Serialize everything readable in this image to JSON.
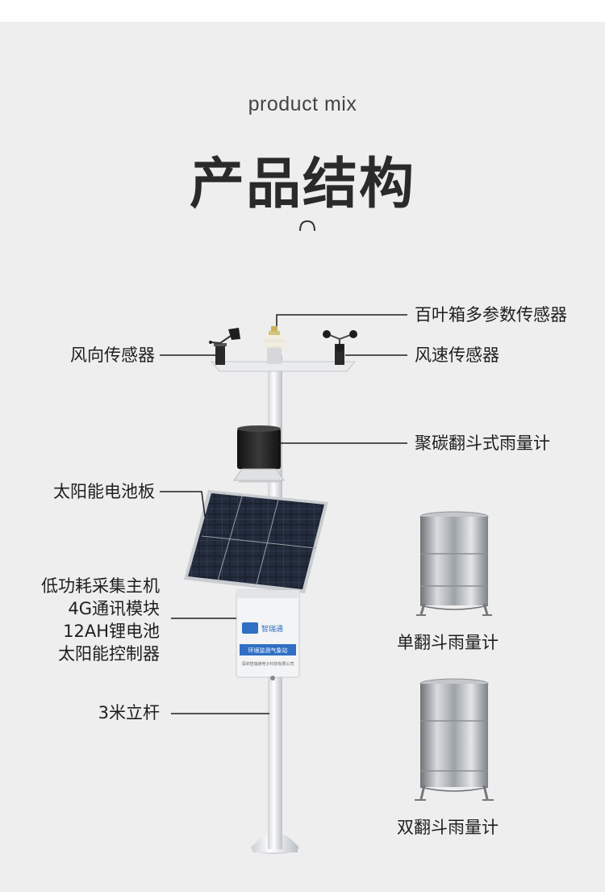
{
  "header": {
    "subtitle": "product mix",
    "title": "产品结构"
  },
  "icons": {
    "divider": "arch-icon"
  },
  "colors": {
    "background": "#eeeeef",
    "text": "#1e1e1e",
    "title": "#2a2a2a"
  },
  "labels": {
    "louver_box": "百叶箱多参数传感器",
    "wind_direction": "风向传感器",
    "wind_speed": "风速传感器",
    "rain_gauge_carbon": "聚碳翻斗式雨量计",
    "solar_panel": "太阳能电池板",
    "host_lines": [
      "低功耗采集主机",
      "4G通讯模块",
      "12AH锂电池",
      "太阳能控制器"
    ],
    "pole": "3米立杆",
    "single_bucket": "单翻斗雨量计",
    "double_bucket": "双翻斗雨量计"
  },
  "device": {
    "brand": "智瑞通",
    "box_title": "环境监测气象站",
    "company": "深圳智瑞通电子科技有限公司"
  }
}
